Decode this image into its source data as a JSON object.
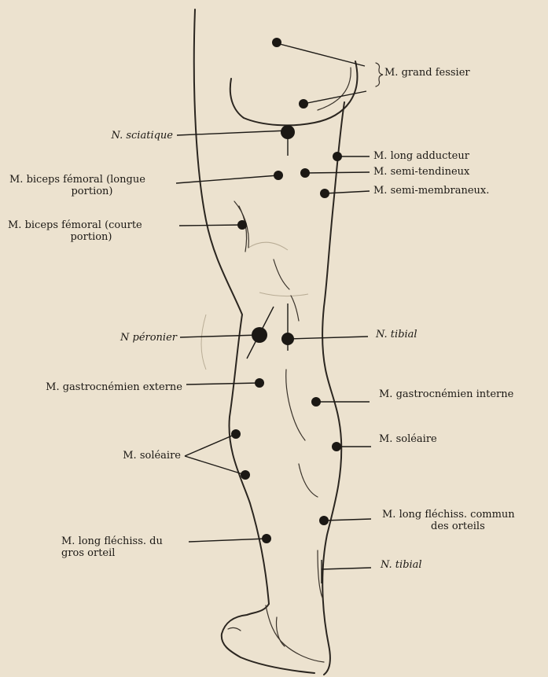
{
  "labels": {
    "grand_fessier": "M. grand fessier",
    "sciatique": "N. sciatique",
    "long_adducteur": "M. long adducteur",
    "semi_tendineux": "M. semi-tendineux",
    "semi_membraneux": "M. semi-membraneux.",
    "biceps_longue_1": "M. biceps fémoral (longue",
    "biceps_longue_2": "portion)",
    "biceps_courte_1": "M. biceps fémoral (courte",
    "biceps_courte_2": "portion)",
    "peronier": "N péronier",
    "tibial_1": "N. tibial",
    "gastro_externe": "M. gastrocnémien externe",
    "gastro_interne": "M. gastrocnémien interne",
    "soleaire_left": "M. soléaire",
    "soleaire_right": "M. soléaire",
    "flechiss_commun_1": "M. long fléchiss. commun",
    "flechiss_commun_2": "des orteils",
    "flechiss_gros_1": "M. long fléchiss. du",
    "flechiss_gros_2": "gros orteil",
    "tibial_2": "N. tibial"
  }
}
